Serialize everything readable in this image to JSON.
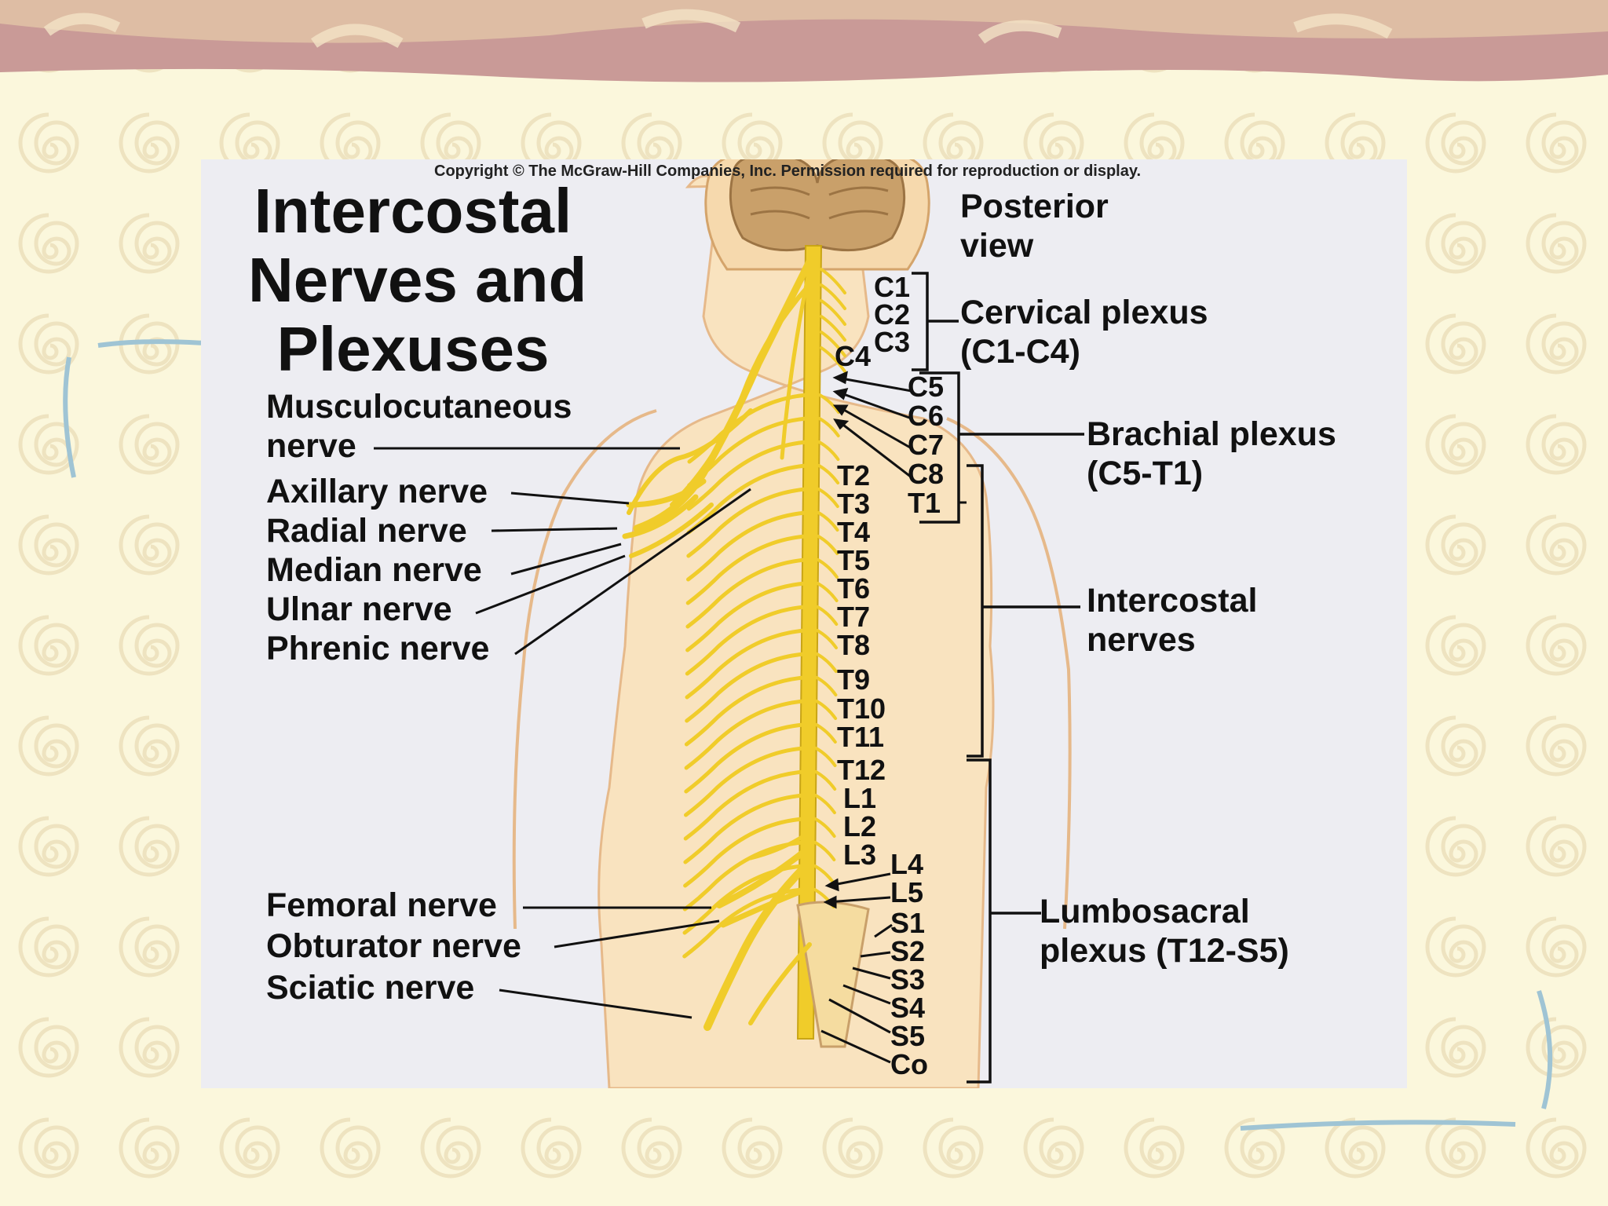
{
  "copyright": "Copyright © The McGraw-Hill Companies, Inc. Permission required for reproduction or display.",
  "title": [
    "Intercostal",
    "Nerves and",
    "Plexuses"
  ],
  "view": [
    "Posterior",
    "view"
  ],
  "left_labels": {
    "musculocutaneous": [
      "Musculocutaneous",
      "nerve"
    ],
    "axillary": "Axillary nerve",
    "radial": "Radial nerve",
    "median": "Median nerve",
    "ulnar": "Ulnar nerve",
    "phrenic": "Phrenic nerve",
    "femoral": "Femoral nerve",
    "obturator": "Obturator nerve",
    "sciatic": "Sciatic nerve"
  },
  "right_labels": {
    "cervical": [
      "Cervical plexus",
      "(C1-C4)"
    ],
    "brachial": [
      "Brachial plexus",
      "(C5-T1)"
    ],
    "intercostal": [
      "Intercostal",
      "nerves"
    ],
    "lumbosacral": [
      "Lumbosacral",
      "plexus (T12-S5)"
    ]
  },
  "segments": {
    "c1": "C1",
    "c2": "C2",
    "c3": "C3",
    "c4": "C4",
    "c5": "C5",
    "c6": "C6",
    "c7": "C7",
    "c8": "C8",
    "t1": "T1",
    "t2": "T2",
    "t3": "T3",
    "t4": "T4",
    "t5": "T5",
    "t6": "T6",
    "t7": "T7",
    "t8": "T8",
    "t9": "T9",
    "t10": "T10",
    "t11": "T11",
    "t12": "T12",
    "l1": "L1",
    "l2": "L2",
    "l3": "L3",
    "l4": "L4",
    "l5": "L5",
    "s1": "S1",
    "s2": "S2",
    "s3": "S3",
    "s4": "S4",
    "s5": "S5",
    "co": "Co"
  },
  "colors": {
    "nerve": "#f0cc2a",
    "skin": "#f9e3bf",
    "brain": "#c9a06a",
    "panel": "#ededf2",
    "banner": "#c99a97",
    "deco_line": "#9fc4d4"
  }
}
